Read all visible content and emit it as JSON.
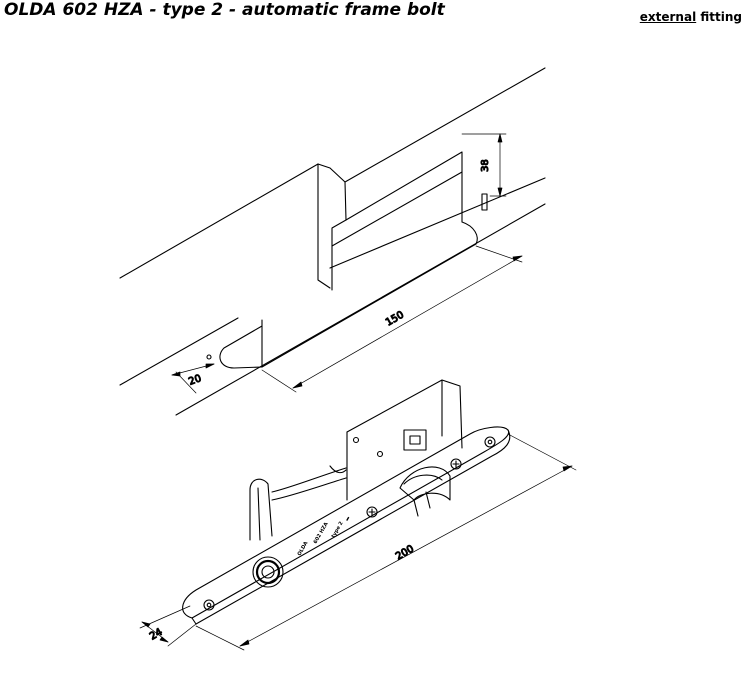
{
  "header": {
    "title": "OLDA 602 HZA - type 2 - automatic frame bolt",
    "fitting_word1": "external",
    "fitting_word2": "fitting"
  },
  "dimensions": {
    "pin_height": "38",
    "recess_length": "150",
    "edge_offset": "20",
    "plate_length": "200",
    "plate_width": "24"
  },
  "engraving": {
    "brand": "OLDA",
    "model": "602 HZA",
    "type": "type 2"
  }
}
